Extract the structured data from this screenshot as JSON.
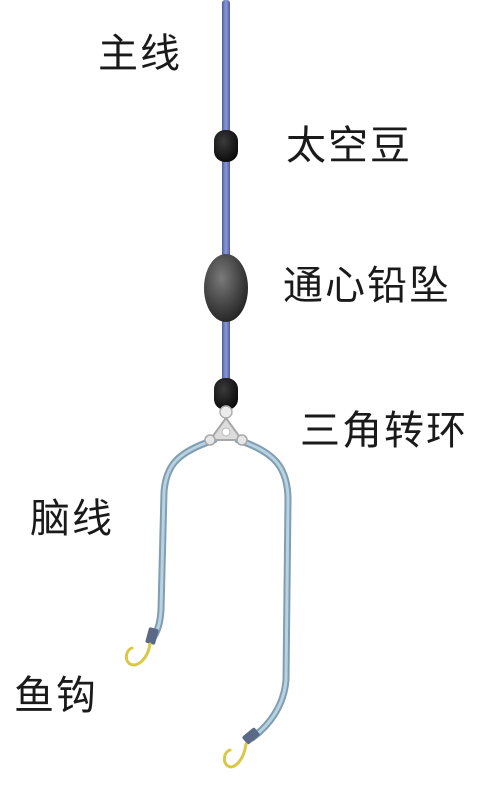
{
  "labels": {
    "main_line": "主线",
    "space_bean": "太空豆",
    "through_sinker": "通心铅坠",
    "triangle_swivel": "三角转环",
    "leader_line": "脑线",
    "fish_hook": "鱼钩"
  },
  "colors": {
    "main_line": "#6b7fc4",
    "leader_line": "#9fbdd0",
    "bead": "#161616",
    "sinker": "#444444",
    "swivel": "#d9d9d9",
    "hook": "#d9c844"
  }
}
